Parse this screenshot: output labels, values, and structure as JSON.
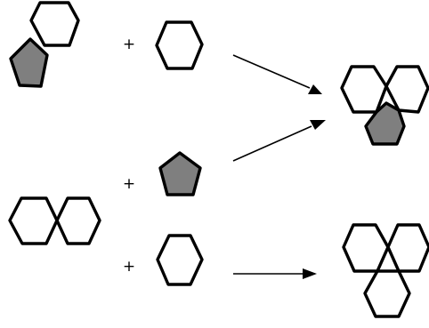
{
  "operators": {
    "plus_symbol": "+"
  },
  "colors": {
    "background": "#ffffff",
    "line": "#000000",
    "pentagon_fill": "#7f7f7f"
  },
  "components": [
    {
      "id": "indane",
      "shape": "hexagon fused to shaded pentagon"
    },
    {
      "id": "benzene-1",
      "shape": "hexagon"
    },
    {
      "id": "naphthalene",
      "shape": "two fused hexagons"
    },
    {
      "id": "cyclopentadiene",
      "shape": "shaded pentagon"
    },
    {
      "id": "benzene-2",
      "shape": "hexagon"
    },
    {
      "id": "product-pentagon",
      "shape": "two fused hexagons with shaded pentagon"
    },
    {
      "id": "product-hexagons",
      "shape": "three fused hexagons"
    }
  ]
}
